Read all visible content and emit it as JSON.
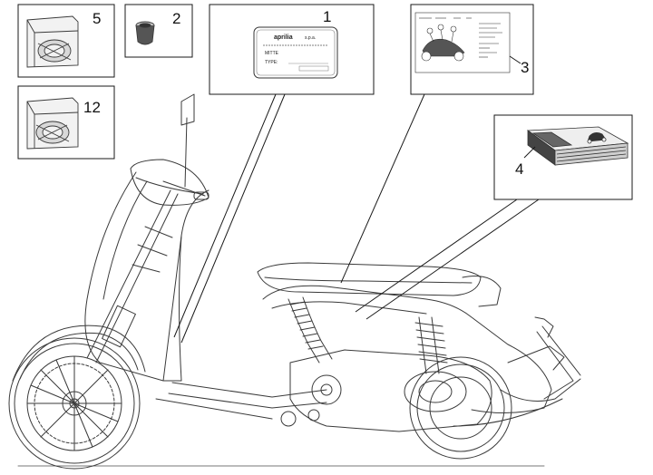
{
  "callouts": {
    "c1": "1",
    "c2": "2",
    "c3": "3",
    "c4": "4",
    "c5": "5",
    "c12": "12"
  },
  "identification_plate": {
    "brand": "aprilia",
    "suffix": "s.p.a.",
    "line_vin": "MITTE",
    "line_type": "TYPE:"
  },
  "colors": {
    "ink": "#1a1a1a",
    "line": "#3a3a3a",
    "fill_light": "#f2f2f2",
    "fill_mid": "#d8d8d8",
    "fill_dark": "#555555"
  }
}
